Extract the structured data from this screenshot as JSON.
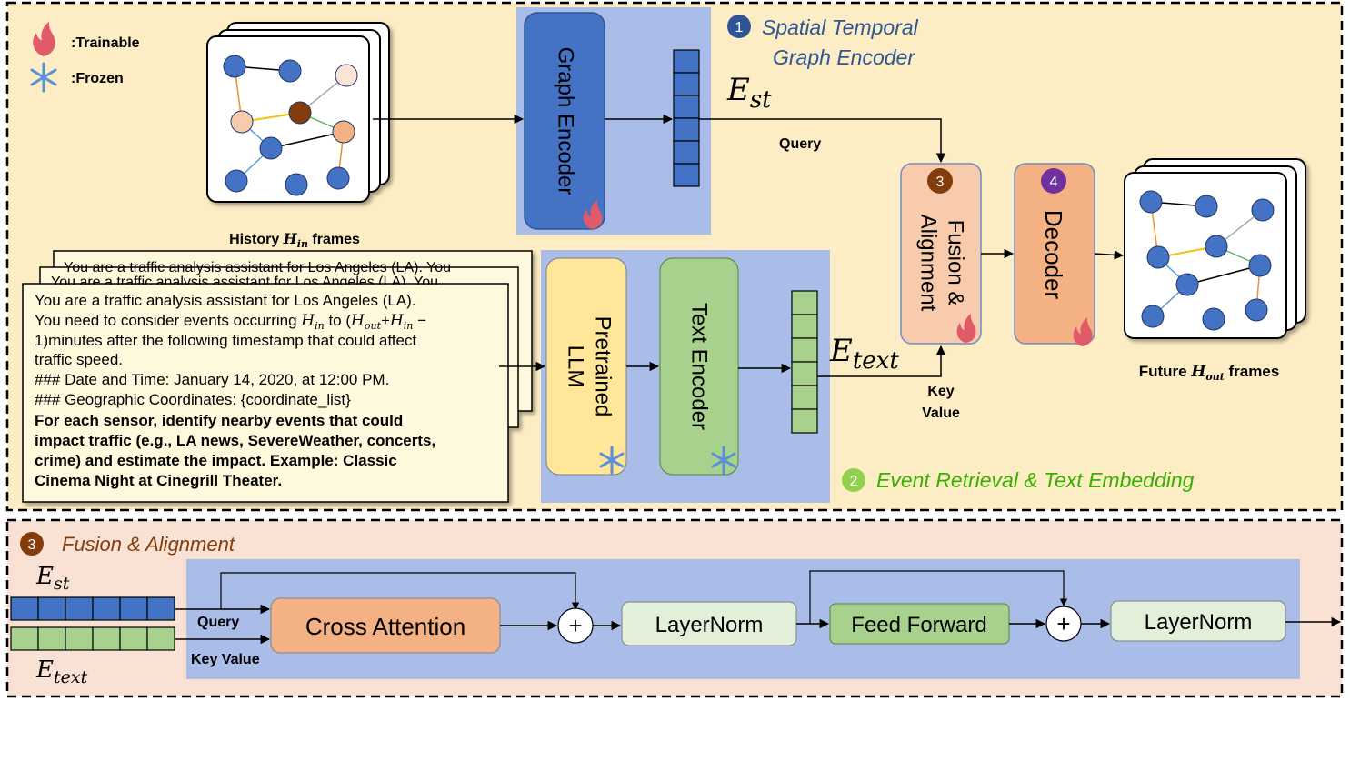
{
  "legend": {
    "trainable": ":Trainable",
    "frozen": ":Frozen"
  },
  "section1": {
    "number": "1",
    "title_line1": "Spatial Temporal",
    "title_line2": "Graph Encoder"
  },
  "section2": {
    "number": "2",
    "title": "Event Retrieval & Text Embedding"
  },
  "section3": {
    "number": "3",
    "title": "Fusion & Alignment"
  },
  "history_label": {
    "prefix": "History ",
    "var": "H",
    "sub": "in",
    "suffix": " frames"
  },
  "future_label": {
    "prefix": "Future ",
    "var": "H",
    "sub": "out",
    "suffix": " frames"
  },
  "graph_encoder": "Graph Encoder",
  "pretrained_llm": {
    "line1": "Pretrained",
    "line2": "LLM"
  },
  "text_encoder": "Text Encoder",
  "fusion_block": {
    "number": "3",
    "line1": "Fusion &",
    "line2": "Alignment"
  },
  "decoder_block": {
    "number": "4",
    "label": "Decoder"
  },
  "e_st": {
    "base": "E",
    "sub": "st"
  },
  "e_text": {
    "base": "E",
    "sub": "text"
  },
  "query_label": "Query",
  "key_value_label": {
    "line1": "Key",
    "line2": "Value"
  },
  "prompt": {
    "back_text": "You are a traffic analysis assistant for Los Angeles (LA). You",
    "line1": "You are a traffic analysis assistant for Los Angeles (LA).",
    "line2a": "You need to consider events occurring ",
    "line2_hin": "H",
    "line2_hin_sub": "in",
    "line2b": " to (",
    "line2_hout": "H",
    "line2_hout_sub": "out",
    "line2c": "+",
    "line2_hin2": "H",
    "line2_hin2_sub": "in",
    "line2d": " −",
    "line3": "1)minutes after the following timestamp that could affect",
    "line4": "traffic speed.",
    "line5": "### Date and Time: January 14, 2020, at 12:00 PM.",
    "line6": "### Geographic Coordinates: {coordinate_list}",
    "bold1": "For each sensor, identify nearby events that could",
    "bold2": "impact traffic (e.g., LA news, SevereWeather, concerts,",
    "bold3": "crime) and estimate the impact. Example: Classic",
    "bold4": "Cinema Night at Cinegrill Theater."
  },
  "bottom": {
    "query": "Query",
    "key_value": "Key Value",
    "cross_attention": "Cross Attention",
    "layernorm1": "LayerNorm",
    "feed_forward": "Feed Forward",
    "layernorm2": "LayerNorm",
    "plus": "+"
  },
  "colors": {
    "top_bg": "#fdedc4",
    "bottom_bg": "#f9e1d4",
    "blue_panel": "#a9bde8",
    "graph_encoder": "#4472c4",
    "llm": "#ffe699",
    "text_encoder": "#a9d18e",
    "fusion": "#f8cbad",
    "decoder": "#f4b183",
    "cross_attention": "#f4b183",
    "layernorm": "#e2f0d9",
    "feed_forward": "#a9d18e",
    "token_blue": "#4472c4",
    "token_green": "#a9d18e",
    "node_blue": "#4472c4",
    "node_light": "#f8cbad",
    "node_orange": "#f4b183",
    "node_brown": "#843c0c",
    "title_blue": "#2f5597",
    "title_green": "#38b000",
    "title_brown": "#843c0c"
  }
}
